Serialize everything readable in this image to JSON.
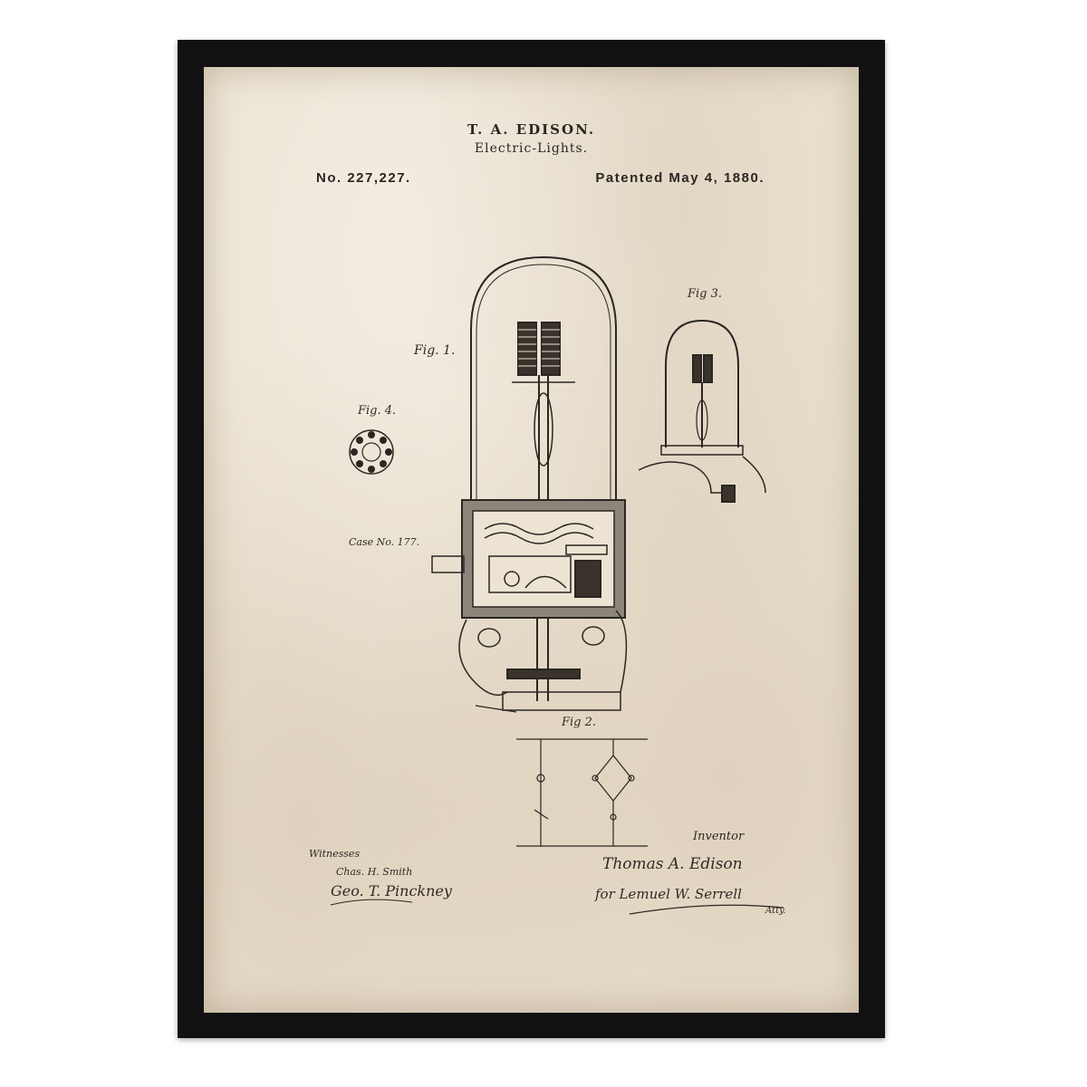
{
  "patent": {
    "inventor_header": "T. A. EDISON.",
    "title": "Electric-Lights.",
    "number": "No. 227,227.",
    "date": "Patented May 4, 1880."
  },
  "figures": {
    "fig1": "Fig. 1.",
    "fig2": "Fig 2.",
    "fig3": "Fig 3.",
    "fig4": "Fig. 4.",
    "case_note": "Case No. 177."
  },
  "signatures": {
    "witnesses_label": "Witnesses",
    "witness_1": "Chas. H. Smith",
    "witness_2": "Geo. T. Pinckney",
    "inventor_label": "Inventor",
    "inventor": "Thomas A. Edison",
    "attorney": "for Lemuel W. Serrell",
    "attorney_suffix": "Atty."
  },
  "colors": {
    "frame": "#111111",
    "paper": "#ece3d3",
    "ink": "#2a2622"
  }
}
